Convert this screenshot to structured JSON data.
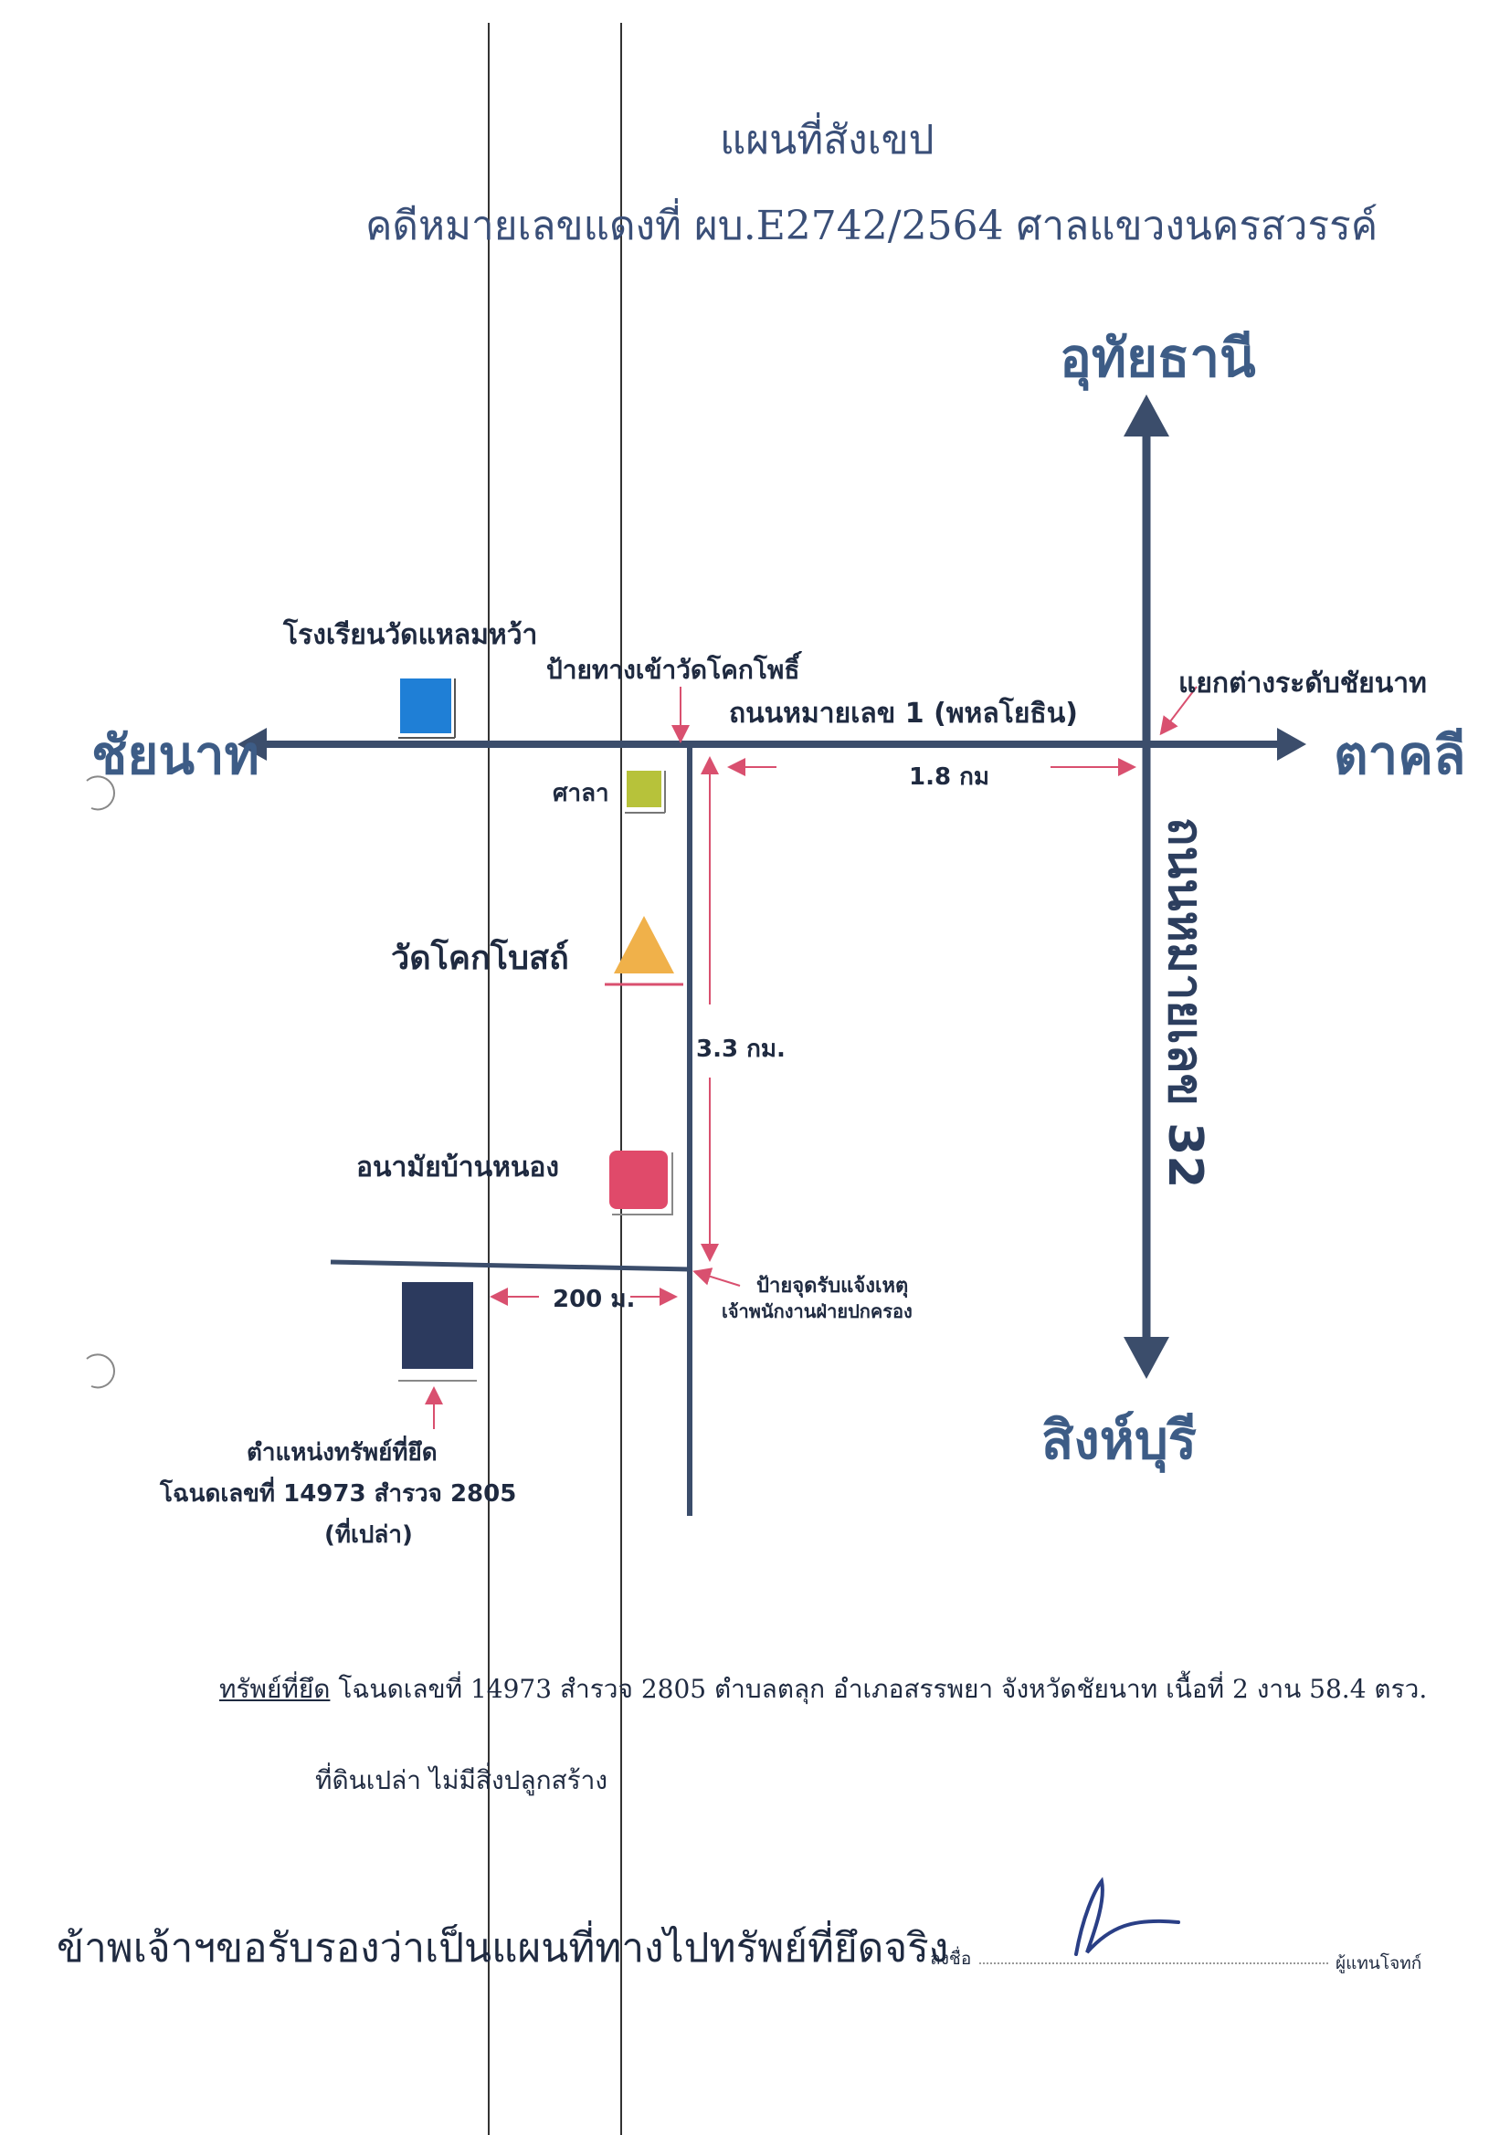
{
  "header": {
    "title": "แผนที่สังเขป",
    "case": "คดีหมายเลขแดงที่ ผบ.E2742/2564 ศาลแขวงนครสวรรค์"
  },
  "directions": {
    "north": "อุทัยธานี",
    "south": "สิงห์บุรี",
    "west": "ชัยนาท",
    "east": "ตาคลี"
  },
  "roads": {
    "main": "ถนนหมายเลข 1 (พหลโยธิน)",
    "road32": "ถนนหมายเลข 32"
  },
  "landmarks": {
    "school": "โรงเรียนวัดแหลมหว้า",
    "temple_gate": "ป้ายทางเข้าวัดโคกโพธิ์",
    "interchange": "แยกต่างระดับชัยนาท",
    "sala": "ศาลา",
    "temple": "วัดโคกโบสถ์",
    "health": "อนามัยบ้านหนอง",
    "notice_line1": "ป้ายจุดรับแจ้งเหตุ",
    "notice_line2": "เจ้าพนักงานฝ่ายปกครอง"
  },
  "distances": {
    "d1": "1.8 กม",
    "d2": "3.3 กม.",
    "d3": "200 ม."
  },
  "property": {
    "line1": "ตำแหน่งทรัพย์ที่ยึด",
    "line2": "โฉนดเลขที่ 14973 สำรวจ 2805",
    "line3": "(ที่เปล่า)"
  },
  "description": {
    "label": "ทรัพย์ที่ยึด",
    "text": "โฉนดเลขที่ 14973 สำรวจ 2805 ตำบลตลุก อำเภอสรรพยา จังหวัดชัยนาท เนื้อที่ 2 งาน 58.4 ตรว.",
    "line2": "ที่ดินเปล่า ไม่มีสิ่งปลูกสร้าง"
  },
  "certification": {
    "text": "ข้าพเจ้าฯขอรับรองว่าเป็นแผนที่ทางไปทรัพย์ที่ยึดจริง",
    "sign_label": "ลงชื่อ",
    "role": "ผู้แทนโจทก์"
  },
  "colors": {
    "road": "#3b4d6b",
    "school": "#1f7fd6",
    "sala": "#b7c23a",
    "temple": "#f0b14a",
    "health": "#e04a6a",
    "property": "#2c3a5e",
    "pointer": "#d9506f"
  }
}
